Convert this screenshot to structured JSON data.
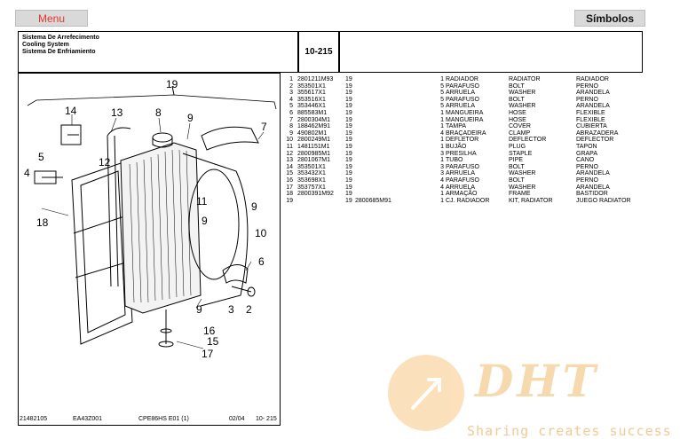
{
  "buttons": {
    "menu": "Menu",
    "symbols": "Símbolos"
  },
  "header": {
    "title_lines": [
      "Sistema De Arrefecimento",
      "Cooling System",
      "Sistema De Enfriamiento"
    ],
    "section_code": "10-215"
  },
  "parts": [
    {
      "pos": "1",
      "num": "2801211M93",
      "q1": "19",
      "alt": "",
      "q2": "1",
      "pt": "RADIADOR",
      "en": "RADIATOR",
      "es": "RADIADOR"
    },
    {
      "pos": "2",
      "num": "353501X1",
      "q1": "19",
      "alt": "",
      "q2": "5",
      "pt": "PARAFUSO",
      "en": "BOLT",
      "es": "PERNO"
    },
    {
      "pos": "3",
      "num": "355617X1",
      "q1": "19",
      "alt": "",
      "q2": "5",
      "pt": "ARRUELA",
      "en": "WASHER",
      "es": "ARANDELA"
    },
    {
      "pos": "4",
      "num": "353516X1",
      "q1": "19",
      "alt": "",
      "q2": "5",
      "pt": "PARAFUSO",
      "en": "BOLT",
      "es": "PERNO"
    },
    {
      "pos": "5",
      "num": "353446X1",
      "q1": "19",
      "alt": "",
      "q2": "5",
      "pt": "ARRUELA",
      "en": "WASHER",
      "es": "ARANDELA"
    },
    {
      "pos": "6",
      "num": "885583M1",
      "q1": "19",
      "alt": "",
      "q2": "1",
      "pt": "MANGUEIRA",
      "en": "HOSE",
      "es": "FLEXIBLE"
    },
    {
      "pos": "7",
      "num": "2800304M1",
      "q1": "19",
      "alt": "",
      "q2": "1",
      "pt": "MANGUEIRA",
      "en": "HOSE",
      "es": "FLEXIBLE"
    },
    {
      "pos": "8",
      "num": "188462M91",
      "q1": "19",
      "alt": "",
      "q2": "1",
      "pt": "TAMPA",
      "en": "COVER",
      "es": "CUBIERTA"
    },
    {
      "pos": "9",
      "num": "490802M1",
      "q1": "19",
      "alt": "",
      "q2": "4",
      "pt": "BRAÇADEIRA",
      "en": "CLAMP",
      "es": "ABRAZADERA"
    },
    {
      "pos": "10",
      "num": "2800249M1",
      "q1": "19",
      "alt": "",
      "q2": "1",
      "pt": "DEFLETOR",
      "en": "DEFLECTOR",
      "es": "DEFLECTOR"
    },
    {
      "pos": "11",
      "num": "1481151M1",
      "q1": "19",
      "alt": "",
      "q2": "1",
      "pt": "BUJÃO",
      "en": "PLUG",
      "es": "TAPON"
    },
    {
      "pos": "12",
      "num": "2800985M1",
      "q1": "19",
      "alt": "",
      "q2": "3",
      "pt": "PRESILHA",
      "en": "STAPLE",
      "es": "GRAPA"
    },
    {
      "pos": "13",
      "num": "2801067M1",
      "q1": "19",
      "alt": "",
      "q2": "1",
      "pt": "TUBO",
      "en": "PIPE",
      "es": "CANO"
    },
    {
      "pos": "14",
      "num": "353501X1",
      "q1": "19",
      "alt": "",
      "q2": "3",
      "pt": "PARAFUSO",
      "en": "BOLT",
      "es": "PERNO"
    },
    {
      "pos": "15",
      "num": "353432X1",
      "q1": "19",
      "alt": "",
      "q2": "3",
      "pt": "ARRUELA",
      "en": "WASHER",
      "es": "ARANDELA"
    },
    {
      "pos": "16",
      "num": "353698X1",
      "q1": "19",
      "alt": "",
      "q2": "4",
      "pt": "PARAFUSO",
      "en": "BOLT",
      "es": "PERNO"
    },
    {
      "pos": "17",
      "num": "353757X1",
      "q1": "19",
      "alt": "",
      "q2": "4",
      "pt": "ARRUELA",
      "en": "WASHER",
      "es": "ARANDELA"
    },
    {
      "pos": "18",
      "num": "2800391M92",
      "q1": "19",
      "alt": "",
      "q2": "1",
      "pt": "ARMAÇÃO",
      "en": "FRAME",
      "es": "BASTIDOR"
    },
    {
      "pos": "19",
      "num": "",
      "q1": "19",
      "alt": "2800685M91",
      "q2": "1",
      "pt": "CJ. RADIADOR",
      "en": "KIT, RADIATOR",
      "es": "JUEGO RADIATOR"
    }
  ],
  "diagram": {
    "callouts": [
      "19",
      "14",
      "13",
      "8",
      "9",
      "7",
      "12",
      "5",
      "4",
      "11",
      "18",
      "9",
      "10",
      "9",
      "6",
      "9",
      "3",
      "2",
      "16",
      "15",
      "17"
    ]
  },
  "footer": {
    "doc": "21482105",
    "model_code": "EA43Z001",
    "model": "CPE86HS  E01   (1)",
    "date": "02/04",
    "page": "10- 215"
  },
  "watermark": {
    "logo": "DHT",
    "tagline": "Sharing creates success"
  }
}
